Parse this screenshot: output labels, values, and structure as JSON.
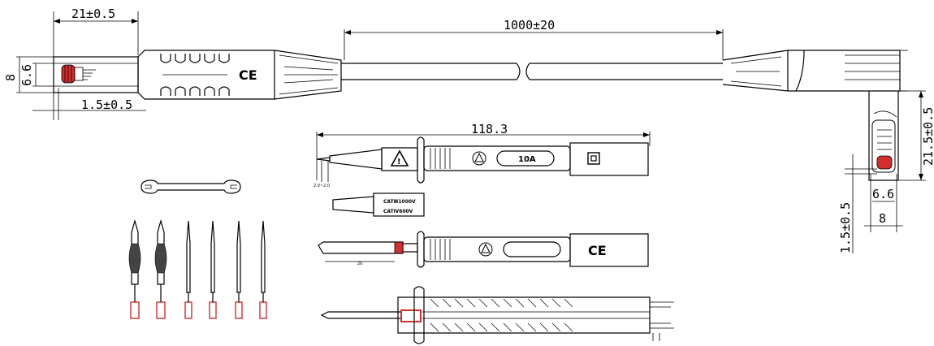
{
  "dimensions": {
    "plug_length": "21±0.5",
    "plug_outer_diameter": "8",
    "plug_inner_diameter": "6.6",
    "pin_offset": "1.5±0.5",
    "cable_length": "1000±20",
    "angled_plug_length": "21.5±0.5",
    "angled_inner_diameter": "6.6",
    "angled_outer_diameter": "8",
    "angled_pin_offset": "1.5±0.5",
    "probe_length": "118.3",
    "probe_tip_dimension": "2.0~2.0",
    "probe_pin_length": "20"
  },
  "markings": {
    "ce_mark": "CE",
    "current_rating": "10A",
    "cap_rating_line1": "CATⅢ1000V",
    "cap_rating_line2": "CATⅣ600V"
  },
  "colors": {
    "line": "#000000",
    "contact_red": "#d32f2f",
    "background": "#ffffff"
  },
  "icons": [
    "warning-triangle",
    "double-insulation-square",
    "ce-mark",
    "wrench"
  ]
}
